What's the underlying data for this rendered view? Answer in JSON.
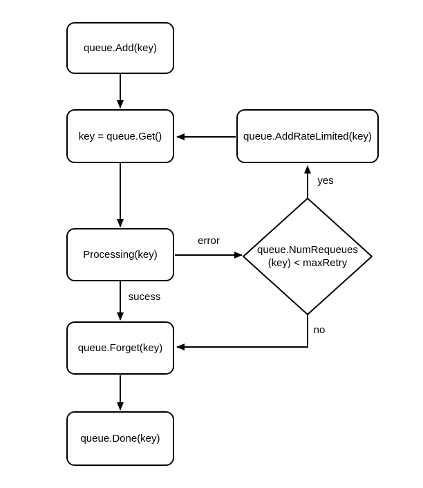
{
  "flowchart": {
    "colors": {
      "stroke": "#000000",
      "background": "#ffffff",
      "text": "#000000"
    },
    "nodes": {
      "add": {
        "label": "queue.Add(key)",
        "shape": "rounded-rect"
      },
      "get": {
        "label": "key = queue.Get()",
        "shape": "rounded-rect"
      },
      "add_rate_limited": {
        "label": "queue.AddRateLimited(key)",
        "shape": "rounded-rect"
      },
      "processing": {
        "label": "Processing(key)",
        "shape": "rounded-rect"
      },
      "num_requeues": {
        "label_line1": "queue.NumRequeues",
        "label_line2": "(key) < maxRetry",
        "shape": "diamond"
      },
      "forget": {
        "label": "queue.Forget(key)",
        "shape": "rounded-rect"
      },
      "done": {
        "label": "queue.Done(key)",
        "shape": "rounded-rect"
      }
    },
    "edges": {
      "add_to_get": {
        "label": ""
      },
      "get_to_processing": {
        "label": ""
      },
      "processing_to_numrequeues": {
        "label": "error"
      },
      "numrequeues_to_addratelimited": {
        "label": "yes"
      },
      "addratelimited_to_get": {
        "label": ""
      },
      "processing_to_forget": {
        "label": "sucess"
      },
      "numrequeues_to_forget": {
        "label": "no"
      },
      "forget_to_done": {
        "label": ""
      }
    }
  }
}
